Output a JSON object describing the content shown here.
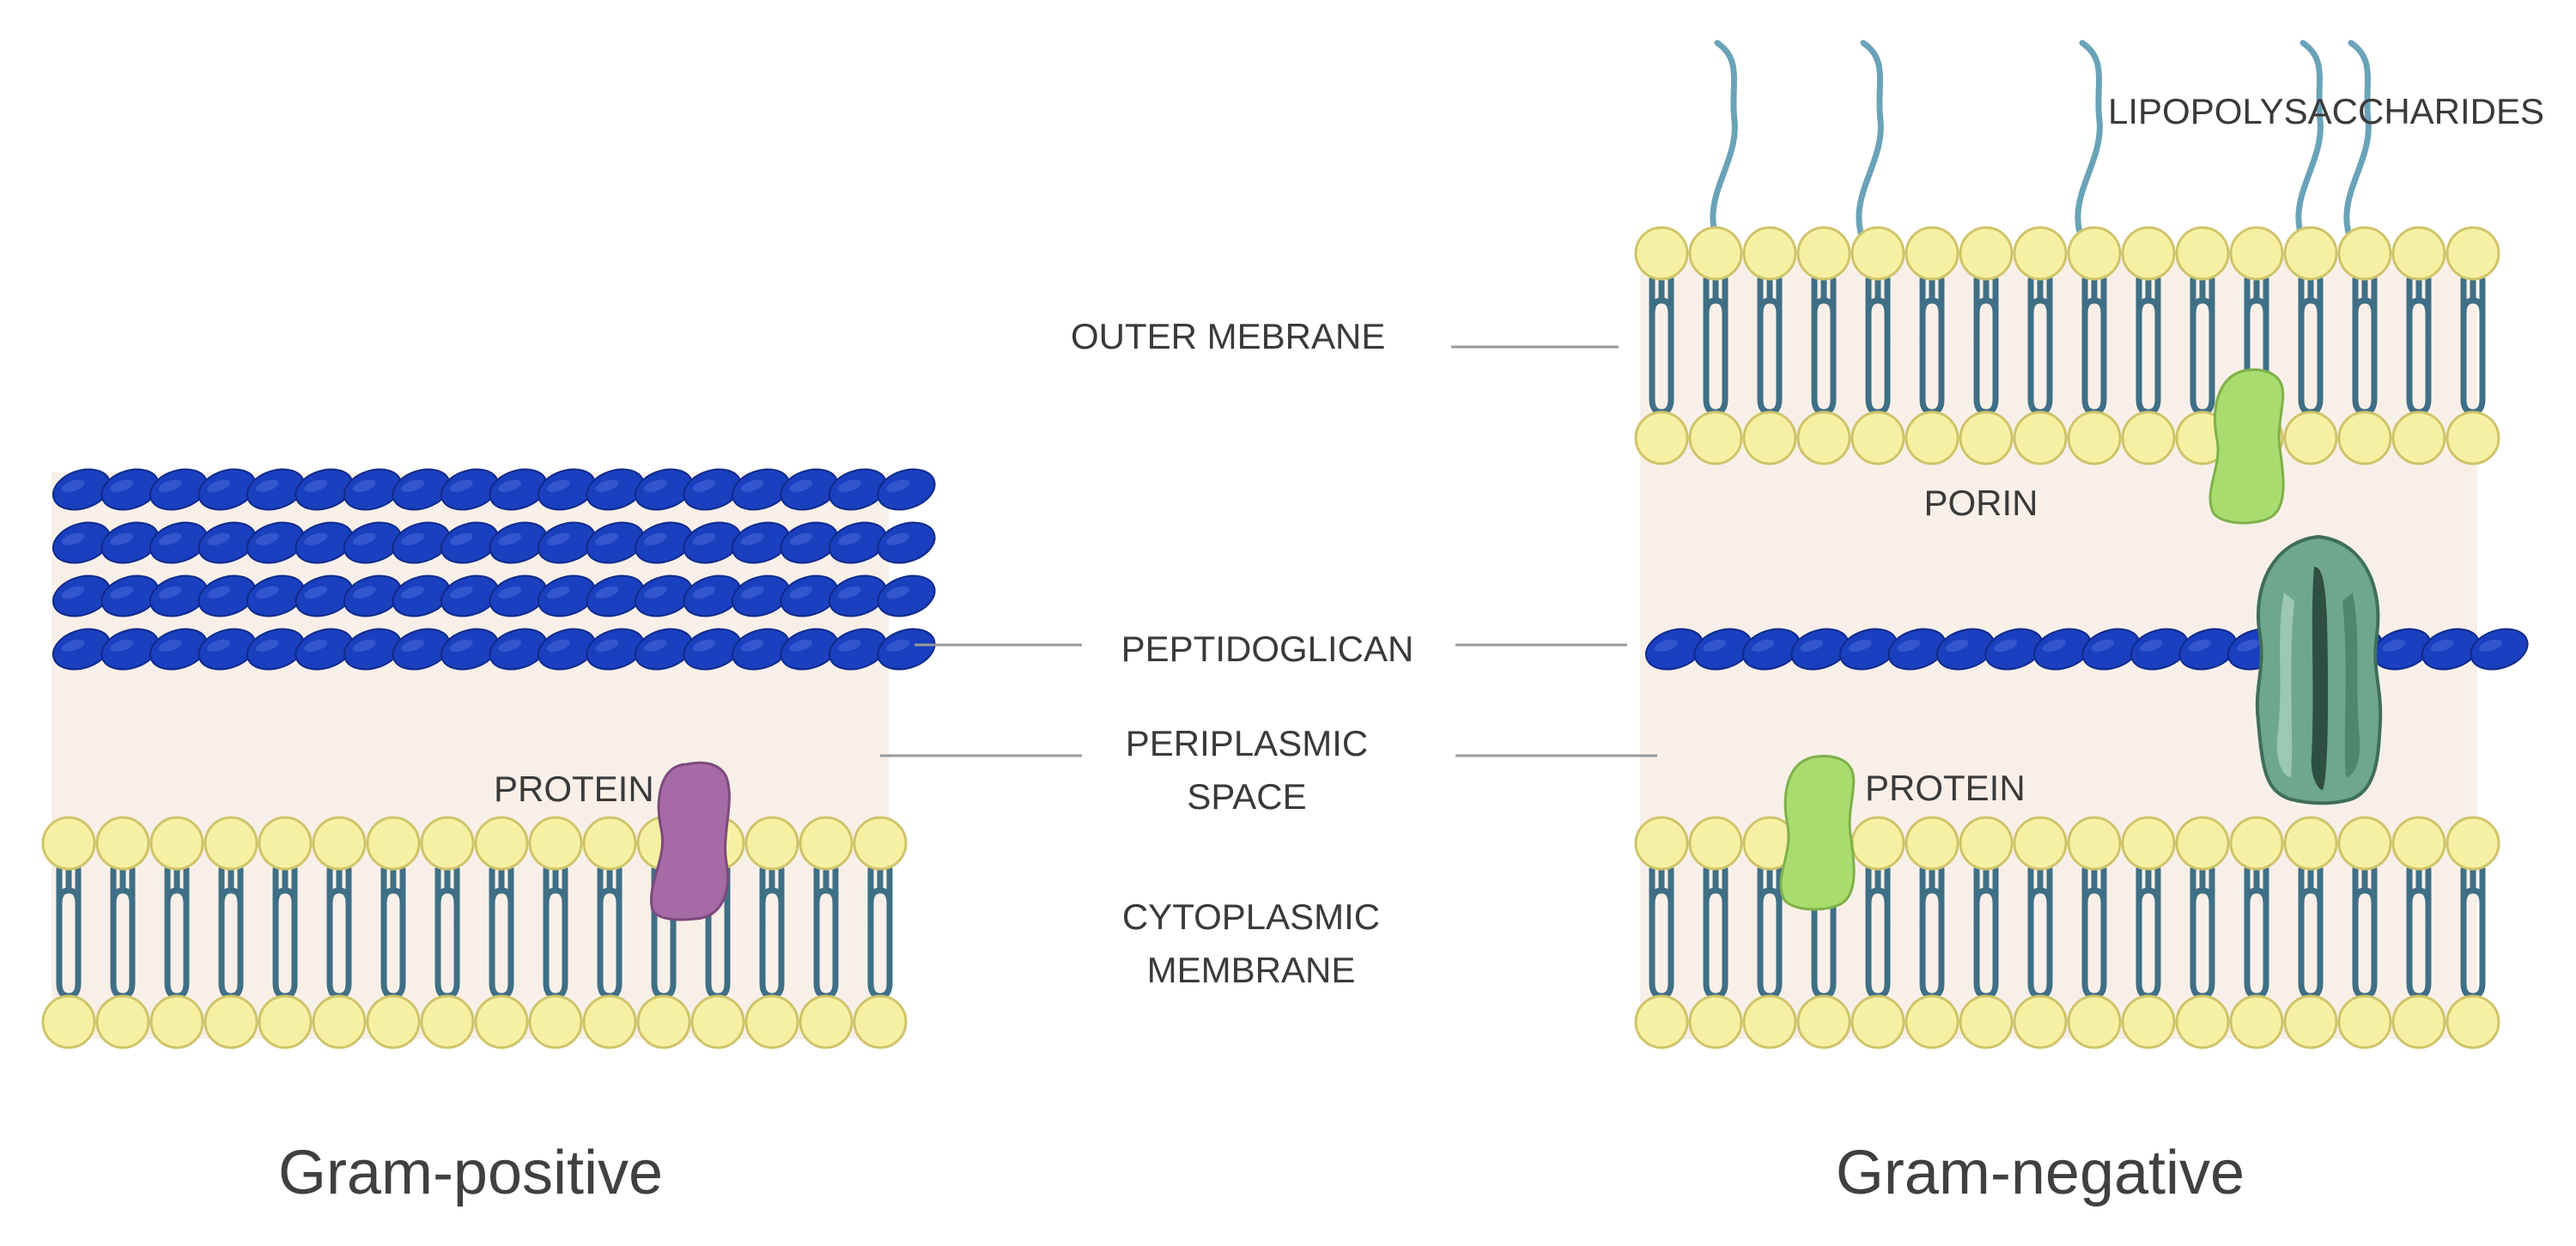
{
  "labels": {
    "outer_membrane": "OUTER MEBRANE",
    "lipopolysaccharides": "LIPOPOLYSACCHARIDES",
    "porin": "PORIN",
    "peptidoglican": "PEPTIDOGLICAN",
    "periplasmic_line1": "PERIPLASMIC",
    "periplasmic_line2": "SPACE",
    "cytoplasmic_line1": "CYTOPLASMIC",
    "cytoplasmic_line2": "MEMBRANE",
    "protein_left": "PROTEIN",
    "protein_right": "PROTEIN"
  },
  "titles": {
    "gram_positive": "Gram-positive",
    "gram_negative": "Gram-negative"
  },
  "colors": {
    "periplasm": "#f8f0e8",
    "lipid_head": "#f6f1a2",
    "lipid_head_stroke": "#cfc46a",
    "lipid_tail": "#3f6f86",
    "peptidoglycan": "#1a3fbf",
    "lps": "#6aa3b8",
    "protein_purple": "#a66aa6",
    "protein_green": "#a8dc6e",
    "porin_teal": "#6fa68e",
    "leader_line": "#9a9a9a"
  },
  "icons": {
    "protein_left": "protein-blob-icon",
    "protein_right": "protein-blob-icon",
    "porin_small": "porin-blob-icon",
    "porin_channel": "porin-channel-icon"
  },
  "structure": {
    "gram_positive": {
      "peptidoglycan_layers": 4,
      "membranes": 1
    },
    "gram_negative": {
      "peptidoglycan_layers": 1,
      "membranes": 2,
      "lps_chains": 5
    }
  }
}
